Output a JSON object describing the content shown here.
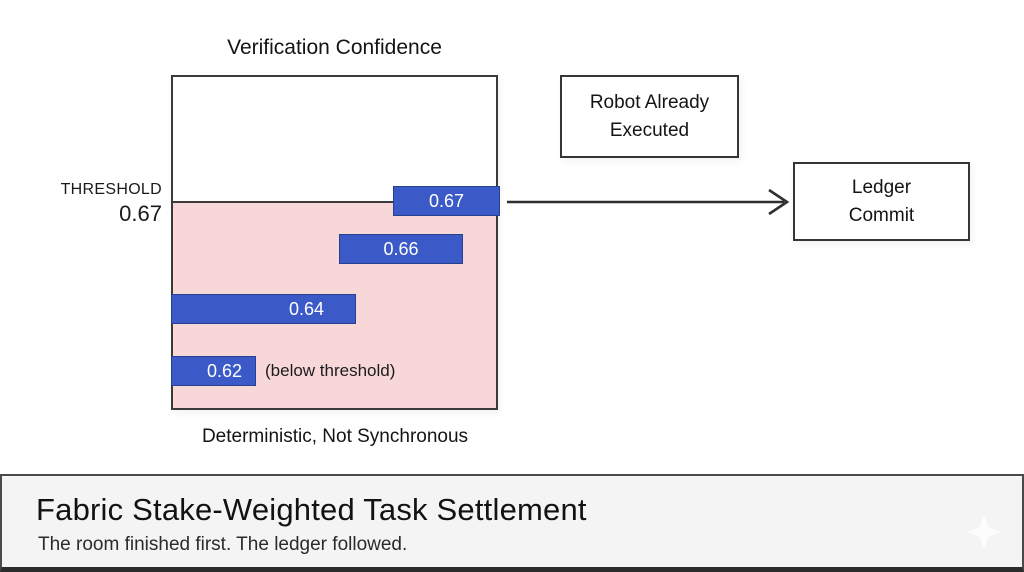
{
  "colors": {
    "bar_blue": "#3b5ac8",
    "bar_border": "#28418f",
    "below_threshold_pink": "#f8d7d9",
    "outline_dark": "#3a3a3a",
    "banner_background": "#f4f4f4"
  },
  "diagram": {
    "chart": {
      "title": "Verification Confidence",
      "threshold": {
        "label": "THRESHOLD",
        "value": "0.67"
      },
      "bars": [
        {
          "value": "0.67"
        },
        {
          "value": "0.66"
        },
        {
          "value": "0.64"
        },
        {
          "value": "0.62",
          "annotation": "(below threshold)"
        }
      ],
      "axis_label": "Deterministic, Not Synchronous"
    },
    "nodes": {
      "robot": {
        "lines": [
          "Robot Already",
          "Executed"
        ]
      },
      "ledger": {
        "lines": [
          "Ledger",
          "Commit"
        ]
      }
    },
    "arrow_icon": "arrow-right-icon"
  },
  "banner": {
    "title": "Fabric Stake-Weighted Task Settlement",
    "subtitle": "The room finished first. The ledger followed.",
    "icon": "sparkle-icon"
  },
  "chart_data": {
    "type": "bar",
    "orientation": "horizontal",
    "title": "Verification Confidence",
    "values": [
      0.67,
      0.66,
      0.64,
      0.62
    ],
    "threshold": 0.67,
    "annotations": [
      "(below threshold)"
    ],
    "xlabel": "Deterministic, Not Synchronous"
  }
}
